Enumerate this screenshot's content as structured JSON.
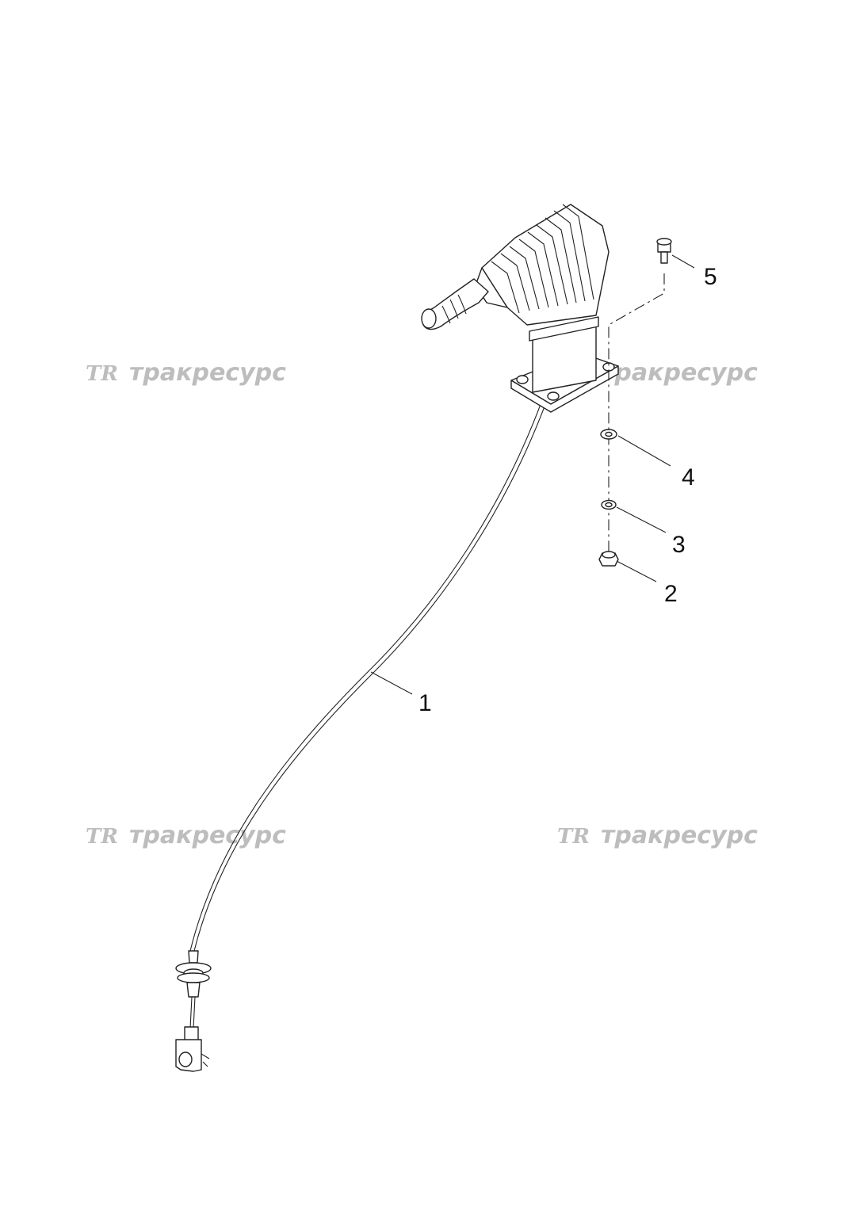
{
  "watermark": {
    "logo": "TR",
    "text": "тракресурс"
  },
  "callouts": [
    {
      "id": "1",
      "label": "1"
    },
    {
      "id": "2",
      "label": "2"
    },
    {
      "id": "3",
      "label": "3"
    },
    {
      "id": "4",
      "label": "4"
    },
    {
      "id": "5",
      "label": "5"
    }
  ]
}
